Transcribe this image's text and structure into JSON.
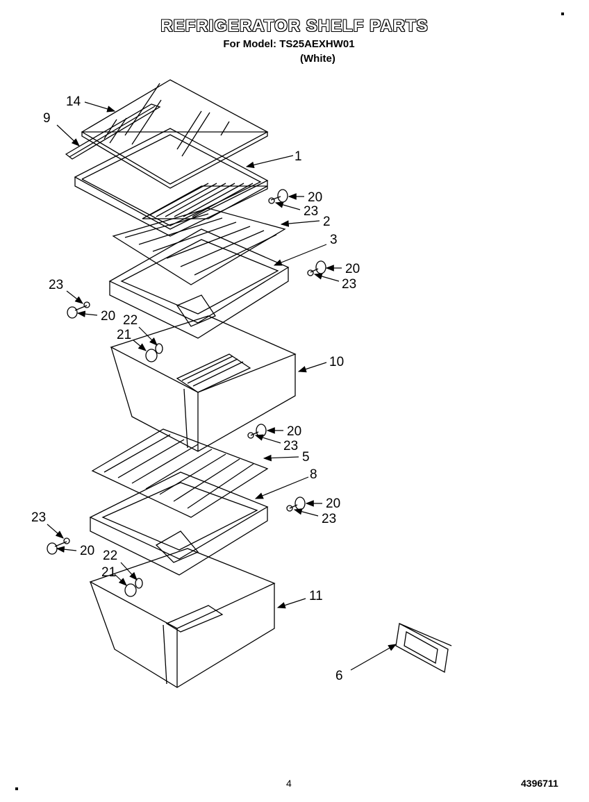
{
  "header": {
    "title": "REFRIGERATOR SHELF PARTS",
    "model_line": "For Model: TS25AEXHW01",
    "color_line": "(White)"
  },
  "callouts": {
    "c14": "14",
    "c9": "9",
    "c1": "1",
    "c20a": "20",
    "c23a": "23",
    "c2": "2",
    "c3": "3",
    "c20b": "20",
    "c23b": "23",
    "c23c": "23",
    "c20c": "20",
    "c22a": "22",
    "c21a": "21",
    "c10": "10",
    "c20d": "20",
    "c23d": "23",
    "c5": "5",
    "c8": "8",
    "c20e": "20",
    "c23e": "23",
    "c23f": "23",
    "c20f": "20",
    "c22b": "22",
    "c21b": "21",
    "c11": "11",
    "c6": "6"
  },
  "footer": {
    "page_number": "4",
    "doc_number": "4396711"
  }
}
